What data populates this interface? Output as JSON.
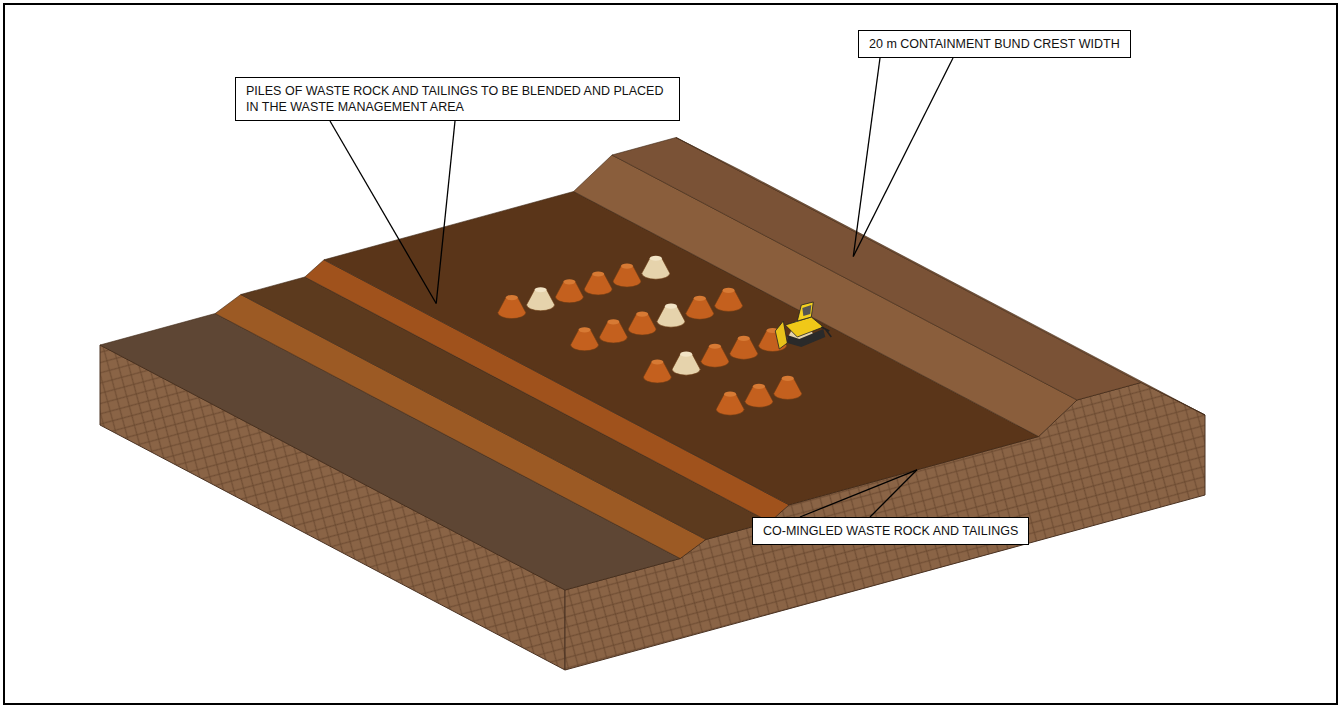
{
  "diagram": {
    "nodes": [
      {
        "text": [
          "PILES OF WASTE ROCK AND TAILINGS TO BE BLENDED AND PLACED IN THE WASTE MANAGEMENT AREA"
        ]
      },
      {
        "text": [
          "20 m CONTAINMENT BUND CREST WIDTH"
        ]
      },
      {
        "text": [
          "CO-MINGLED WASTE ROCK AND TAILINGS"
        ]
      }
    ]
  }
}
